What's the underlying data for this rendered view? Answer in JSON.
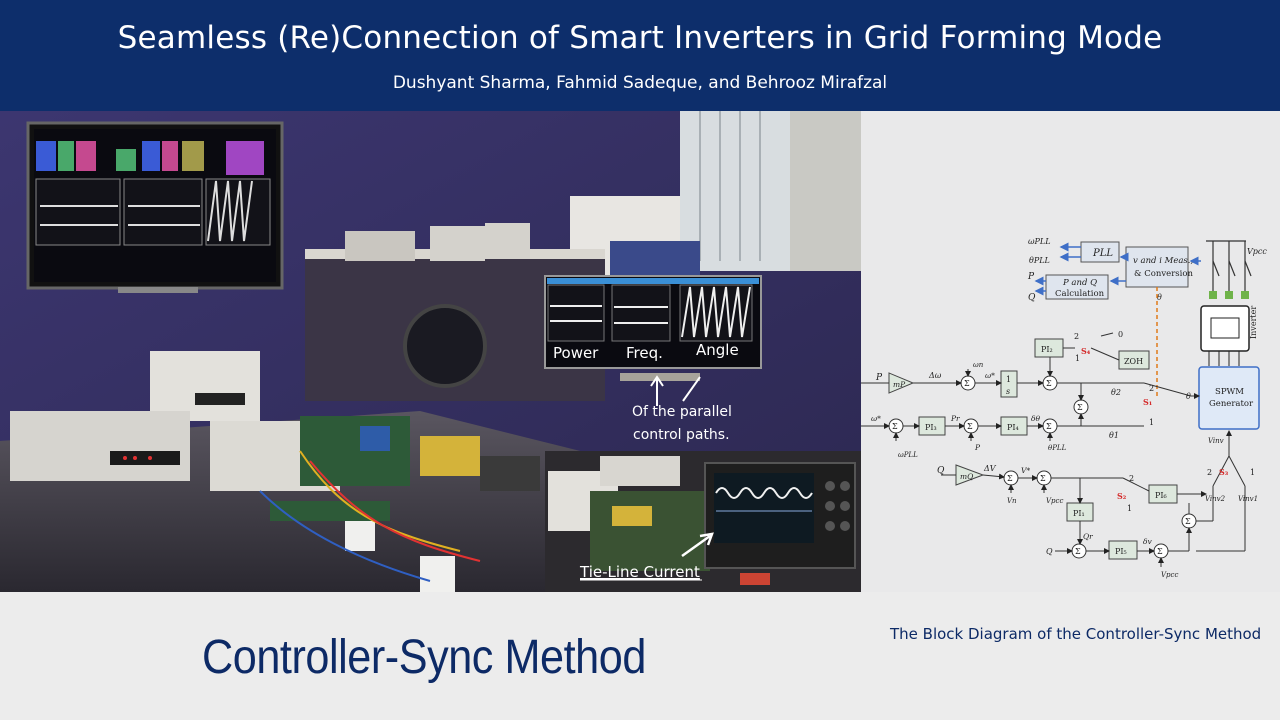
{
  "header": {
    "title": "Seamless (Re)Connection of Smart Inverters in Grid Forming Mode",
    "authors": "Dushyant Sharma, Fahmid Sadeque, and Behrooz Mirafzal"
  },
  "photo": {
    "overlay_labels": {
      "power": "Power",
      "freq": "Freq.",
      "angle": "Angle",
      "parallel_line1": "Of the parallel",
      "parallel_line2": "control paths.",
      "tie_line": "Tie-Line Current"
    }
  },
  "diagram": {
    "caption": "The Block Diagram of the Controller-Sync Method",
    "blocks": {
      "pll": "PLL",
      "meas_line1": "v and i Meas.,",
      "meas_line2": "& Conversion",
      "pq_line1": "P and Q",
      "pq_line2": "Calculation",
      "zoh": "ZOH",
      "spwm_line1": "SPWM",
      "spwm_line2": "Generator",
      "integrator_num": "1",
      "integrator_den": "s",
      "inverter": "Inverter",
      "pi2": "PI₂",
      "pi3": "PI₃",
      "pi4": "PI₄",
      "pi1": "PI₁",
      "pi5": "PI₅",
      "pi6": "PI₆"
    },
    "signals": {
      "omega_pll": "ωPLL",
      "theta_pll": "θPLL",
      "p": "P",
      "q": "Q",
      "theta": "θ",
      "vpcc": "Vpcc",
      "mp": "mP",
      "mq": "mQ",
      "delta_omega": "Δω",
      "omega_n": "ωn",
      "omega_star": "ω*",
      "theta2": "θ2",
      "theta1": "θ1",
      "pr": "Pr",
      "delta_theta": "δθ",
      "s1": "S₁",
      "s2": "S₂",
      "s3": "S₃",
      "s4": "S₄",
      "delta_v": "ΔV",
      "v_star": "V*",
      "vn": "Vn",
      "vinv": "Vinv",
      "vinv1": "Vinv1",
      "vinv2": "Vinv2",
      "qr": "Qr",
      "delta_v2": "δv",
      "zero": "0",
      "one": "1",
      "two": "2"
    }
  },
  "bottom": {
    "method_title": "Controller-Sync Method"
  }
}
